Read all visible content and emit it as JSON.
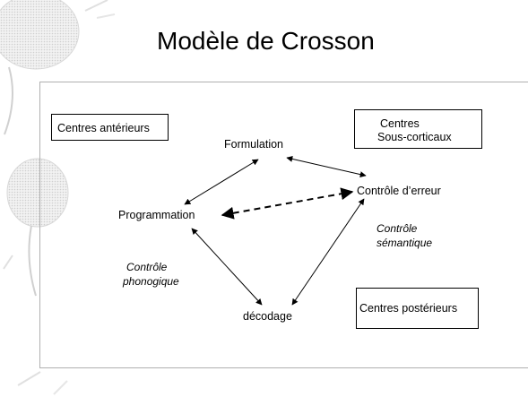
{
  "slide": {
    "title": "Modèle de Crosson"
  },
  "regions": {
    "anterior": "Centres antérieurs",
    "subcortical_line1": "Centres",
    "subcortical_line2": "Sous-corticaux",
    "posterior": "Centres postérieurs"
  },
  "nodes": {
    "formulation": "Formulation",
    "error_control": "Contrôle d’erreur",
    "programming": "Programmation",
    "decoding": "décodage"
  },
  "control_labels": {
    "semantic_line1": "Contrôle",
    "semantic_line2": "sémantique",
    "phonological_line1": "Contrôle",
    "phonological_line2": "phonogique"
  },
  "diagram": {
    "edges": [
      {
        "from": "formulation",
        "to": "programming",
        "style": "solid",
        "bidirectional": true
      },
      {
        "from": "formulation",
        "to": "error_control",
        "style": "solid",
        "bidirectional": true
      },
      {
        "from": "programming",
        "to": "error_control",
        "style": "dashed",
        "bidirectional": true
      },
      {
        "from": "programming",
        "to": "decoding",
        "style": "solid",
        "bidirectional": true
      },
      {
        "from": "decoding",
        "to": "error_control",
        "style": "solid",
        "bidirectional": true
      }
    ]
  }
}
